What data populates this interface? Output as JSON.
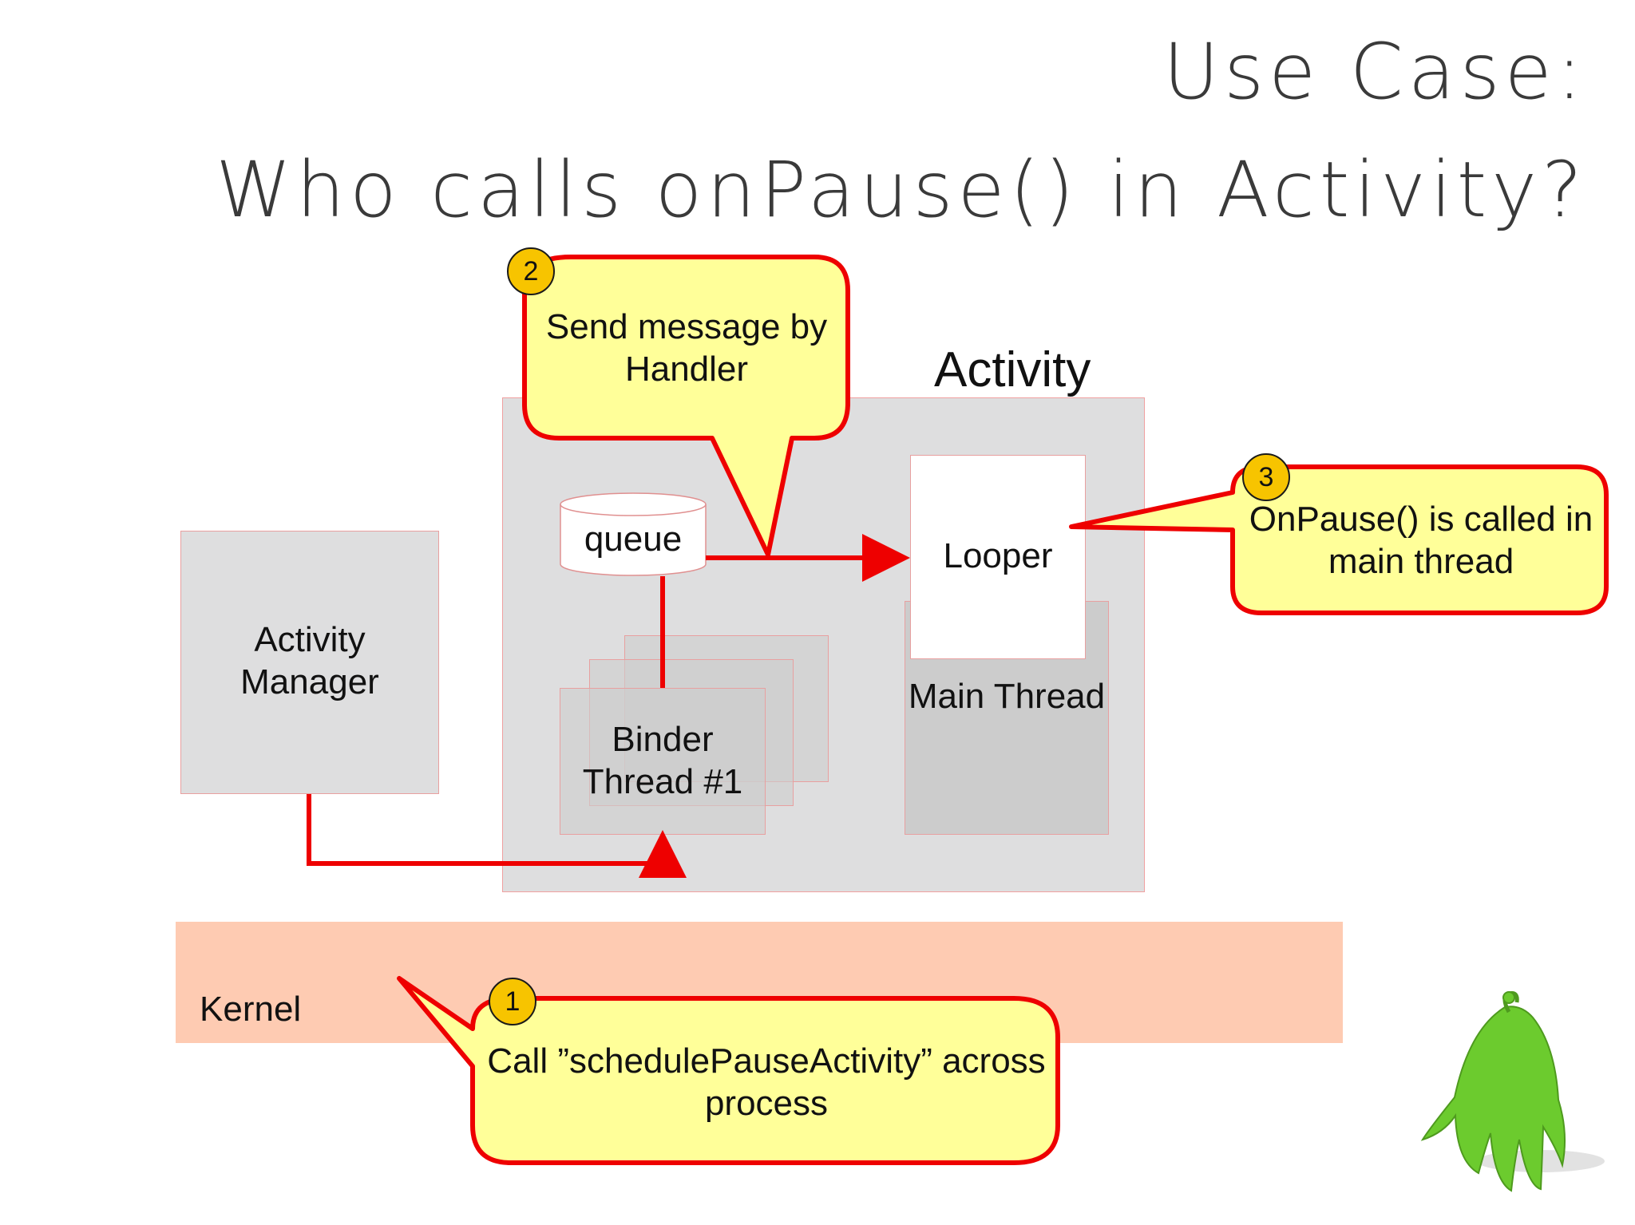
{
  "title": {
    "line1": "Use Case:",
    "line2": "Who calls onPause() in Activity?"
  },
  "diagram": {
    "activity_label": "Activity",
    "activity_manager_label": "Activity Manager",
    "queue_label": "queue",
    "looper_label": "Looper",
    "binder_label": "Binder Thread #1",
    "main_thread_label": "Main Thread",
    "kernel_label": "Kernel"
  },
  "callouts": [
    {
      "number": "1",
      "text": "Call ”schedulePauseActivity” across process"
    },
    {
      "number": "2",
      "text": "Send message by Handler"
    },
    {
      "number": "3",
      "text": "OnPause() is called in main thread"
    }
  ],
  "colors": {
    "arrow": "#ee0000",
    "callout_fill": "#ffff99",
    "badge": "#f7c400",
    "kernel": "#fecbb2",
    "container": "#dededf",
    "mascot": "#6ccb2e"
  },
  "icons": {
    "mascot": "green-android-mascot-icon"
  }
}
